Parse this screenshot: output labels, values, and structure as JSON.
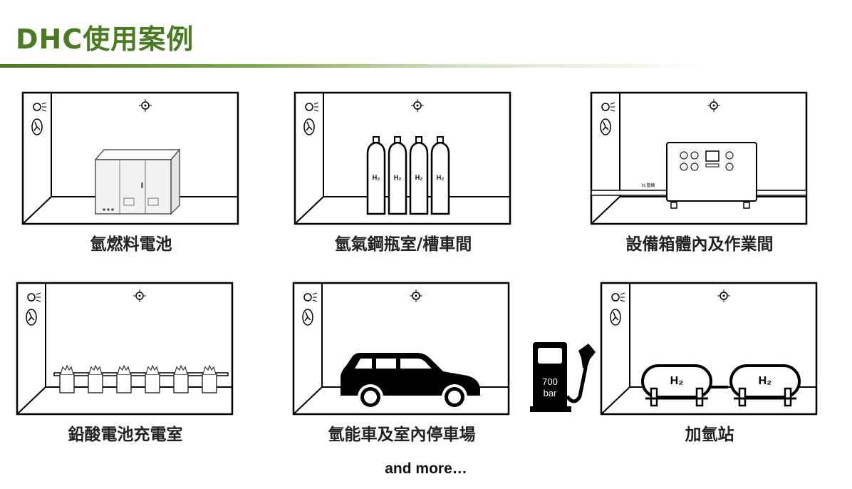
{
  "title": "DHC使用案例",
  "cases": [
    {
      "caption": "氫燃料電池"
    },
    {
      "caption": "氫氣鋼瓶室/槽車間",
      "cylinder_label": "H₂"
    },
    {
      "caption": "設備箱體內及作業間",
      "pipe_label": "H₂管線"
    },
    {
      "caption": "鉛酸電池充電室"
    },
    {
      "caption": "氫能車及室內停車場"
    },
    {
      "caption": "加氫站",
      "pump_pressure": "700",
      "pump_unit": "bar",
      "tank_label": "H₂"
    }
  ],
  "footer": "and more…",
  "colors": {
    "title": "#4a7a21",
    "line": "#000000"
  },
  "icons": [
    "light-icon",
    "fan-icon",
    "gas-detector-icon"
  ]
}
